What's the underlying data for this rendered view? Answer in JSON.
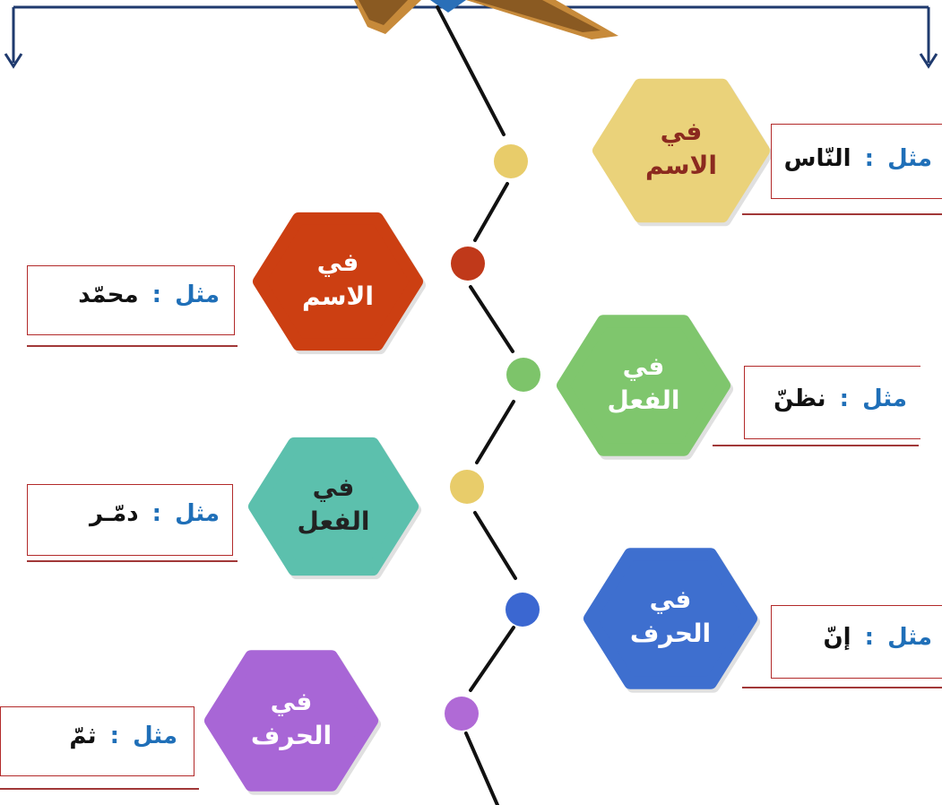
{
  "colors": {
    "connector": "#1f3a6e",
    "spine": "#111111",
    "book_outer": "#c78a3a",
    "book_inner": "#8a5a22",
    "example_key": "#1f6fb8",
    "example_word": "#111111",
    "example_border": "#b22a2a"
  },
  "example_key": "مثل",
  "example_colon": ":",
  "items": [
    {
      "prep": "في",
      "category": "الاسم",
      "example": "النّاس",
      "fill": "#ead27a",
      "dot": "#e8cc6a",
      "text_color": "#8b2a1f"
    },
    {
      "prep": "في",
      "category": "الاسم",
      "example": "محمّد",
      "fill": "#cc3f12",
      "dot": "#c0391a",
      "text_color": "#ffffff"
    },
    {
      "prep": "في",
      "category": "الفعل",
      "example": "نظنّ",
      "fill": "#7fc66d",
      "dot": "#7dc46a",
      "text_color": "#ffffff"
    },
    {
      "prep": "في",
      "category": "الفعل",
      "example": "دمّـر",
      "fill": "#5cc0ad",
      "dot": "#e8cc6a",
      "text_color": "#222222"
    },
    {
      "prep": "في",
      "category": "الحرف",
      "example": "إنّ",
      "fill": "#3e6fcf",
      "dot": "#3b67d1",
      "text_color": "#ffffff"
    },
    {
      "prep": "في",
      "category": "الحرف",
      "example": "ثمّ",
      "fill": "#a866d6",
      "dot": "#b06ad6",
      "text_color": "#ffffff"
    }
  ]
}
